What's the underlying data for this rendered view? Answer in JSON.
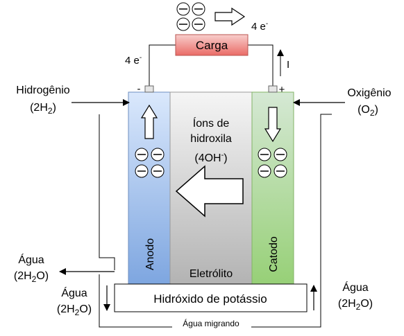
{
  "load": {
    "label": "Carga"
  },
  "electron_flow": {
    "top_label": "4 e",
    "left_label": "4 e",
    "superscript": "-",
    "count": 4
  },
  "current": {
    "label": "I"
  },
  "terminals": {
    "anode_sign": "-",
    "cathode_sign": "+"
  },
  "hydrogen": {
    "name": "Hidrogênio",
    "formula_open": "(2H",
    "formula_sub": "2",
    "formula_close": ")"
  },
  "oxygen": {
    "name": "Oxigênio",
    "formula_open": "(O",
    "formula_sub": "2",
    "formula_close": ")"
  },
  "electrolyte": {
    "ions_line1": "Íons de",
    "ions_line2": "hidroxila",
    "ions_formula": "(4OH",
    "ions_superscript": "-",
    "ions_close": ")",
    "label": "Eletrólito"
  },
  "anode": {
    "label": "Anodo",
    "color": "#7ea6e0",
    "electrons": 4
  },
  "cathode": {
    "label": "Catodo",
    "color": "#97d077",
    "electrons": 4
  },
  "koh": {
    "label": "Hidróxido de potássio"
  },
  "water_left_outer": {
    "name": "Água",
    "formula_open": "(2H",
    "formula_sub": "2",
    "formula_close": "O)"
  },
  "water_left_inner": {
    "name": "Água",
    "formula_open": "(2H",
    "formula_sub": "2",
    "formula_close": "O)"
  },
  "water_right": {
    "name": "Água",
    "formula_open": "(2H",
    "formula_sub": "2",
    "formula_close": "O)"
  },
  "water_migration": {
    "label": "Água migrando"
  },
  "colors": {
    "load_fill": "#f19c99",
    "load_stroke": "#b85450",
    "electrolyte_fill": "#d0d0d0",
    "terminal_fill": "#e6e6e6"
  }
}
